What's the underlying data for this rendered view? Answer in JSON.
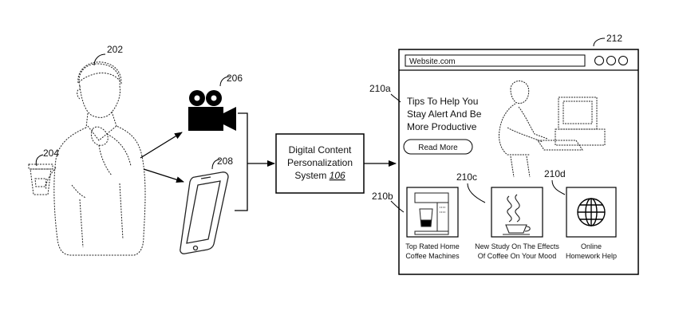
{
  "refs": {
    "user": "202",
    "cup": "204",
    "camera": "206",
    "phone": "208",
    "website": "212",
    "module_a": "210a",
    "module_b": "210b",
    "module_c": "210c",
    "module_d": "210d"
  },
  "system": {
    "line1": "Digital Content",
    "line2": "Personalization",
    "line3_prefix": "System ",
    "line3_number": "106"
  },
  "browser": {
    "url": "Website.com",
    "window_controls": [
      "circle",
      "circle",
      "circle"
    ]
  },
  "featured": {
    "title_lines": [
      "Tips To Help You",
      "Stay Alert And Be",
      "More Productive"
    ],
    "button_label": "Read More"
  },
  "cards": [
    {
      "icon": "coffee-machine-icon",
      "caption_lines": [
        "Top Rated Home",
        "Coffee Machines"
      ]
    },
    {
      "icon": "steaming-cup-icon",
      "caption_lines": [
        "New Study On The Effects",
        "Of Coffee On Your Mood"
      ]
    },
    {
      "icon": "globe-icon",
      "caption_lines": [
        "Online",
        "Homework Help"
      ]
    }
  ]
}
